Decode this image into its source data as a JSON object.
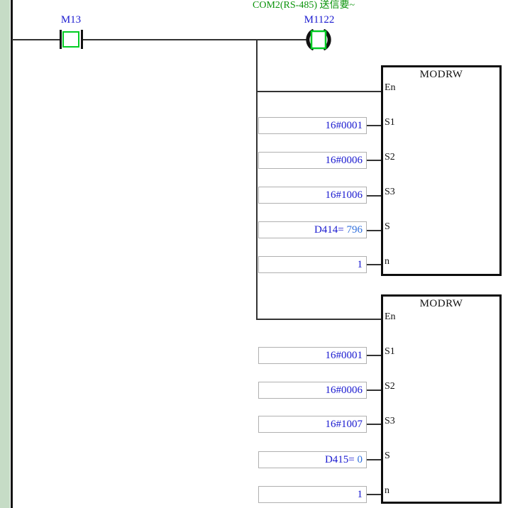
{
  "comment": "COM2(RS-485) 送信要~",
  "contact": {
    "label": "M13"
  },
  "coil": {
    "label": "M1122"
  },
  "blocks": [
    {
      "title": "MODRW",
      "pins": [
        "En",
        "S1",
        "S2",
        "S3",
        "S",
        "n"
      ],
      "rows": [
        {
          "pin": "S1",
          "value": "16#0001",
          "monitor": ""
        },
        {
          "pin": "S2",
          "value": "16#0006",
          "monitor": ""
        },
        {
          "pin": "S3",
          "value": "16#1006",
          "monitor": ""
        },
        {
          "pin": "S",
          "value": "D414=",
          "monitor": " 796"
        },
        {
          "pin": "n",
          "value": "1",
          "monitor": ""
        }
      ]
    },
    {
      "title": "MODRW",
      "pins": [
        "En",
        "S1",
        "S2",
        "S3",
        "S",
        "n"
      ],
      "rows": [
        {
          "pin": "S1",
          "value": "16#0001",
          "monitor": ""
        },
        {
          "pin": "S2",
          "value": "16#0006",
          "monitor": ""
        },
        {
          "pin": "S3",
          "value": "16#1007",
          "monitor": ""
        },
        {
          "pin": "S",
          "value": "D415=",
          "monitor": " 0"
        },
        {
          "pin": "n",
          "value": "1",
          "monitor": ""
        }
      ]
    }
  ],
  "colors": {
    "margin_green": "#c6dcc6",
    "wire": "#333333",
    "symbol_green": "#00cc22",
    "device_blue": "#1a1ad0",
    "monitor_blue": "#3070dd",
    "comment_green": "#0a930a",
    "block_border": "#0d0d0d"
  }
}
